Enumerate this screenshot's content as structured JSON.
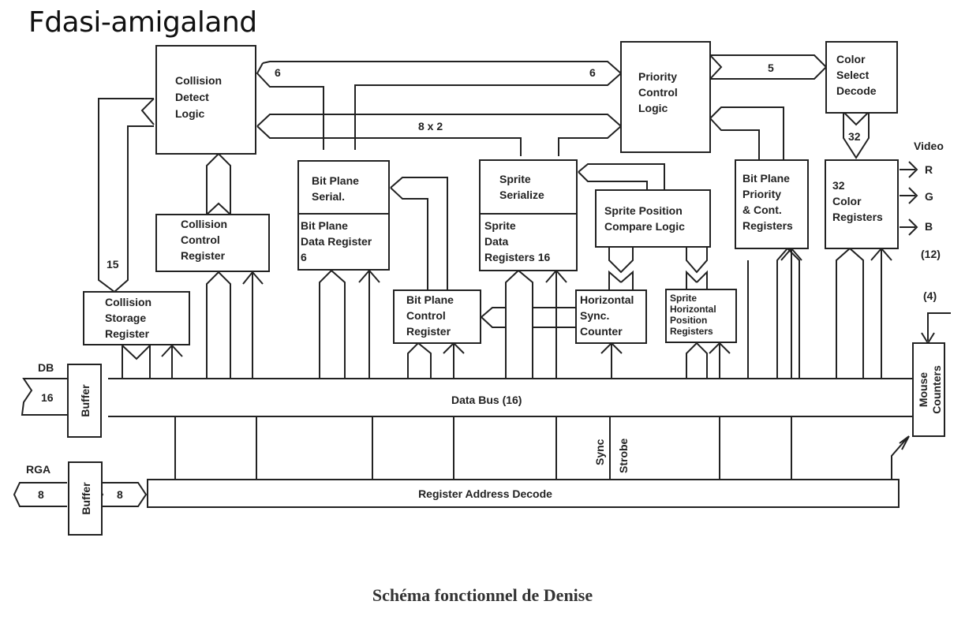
{
  "watermark": "Fdasi-amigaland",
  "caption": "Schéma fonctionnel de Denise",
  "blocks": {
    "collision_detect": [
      "Collision",
      "Detect",
      "Logic"
    ],
    "priority_control": [
      "Priority",
      "Control",
      "Logic"
    ],
    "color_select": [
      "Color",
      "Select",
      "Decode"
    ],
    "collision_control": [
      "Collision",
      "Control",
      "Register"
    ],
    "collision_storage": [
      "Collision",
      "Storage",
      "Register"
    ],
    "bp_serial": [
      "Bit Plane",
      "Serial."
    ],
    "bp_data": [
      "Bit Plane",
      "Data Register",
      "6"
    ],
    "bp_control": [
      "Bit Plane",
      "Control",
      "Register"
    ],
    "sprite_serialize": [
      "Sprite",
      "Serialize"
    ],
    "sprite_data": [
      "Sprite",
      "Data",
      "Registers  16"
    ],
    "sprite_compare": [
      "Sprite Position",
      "Compare Logic"
    ],
    "hsync": [
      "Horizontal",
      "Sync.",
      "Counter"
    ],
    "sprite_hpos": [
      "Sprite",
      "Horizontal",
      "Position",
      "Registers"
    ],
    "bp_priority": [
      "Bit Plane",
      "Priority",
      "& Cont.",
      "Registers"
    ],
    "color_regs": [
      "32",
      "Color",
      "Registers"
    ],
    "buffer_db": "Buffer",
    "buffer_rga": "Buffer",
    "mouse": [
      "Mouse",
      "Counters"
    ],
    "reg_addr_decode": "Register Address Decode"
  },
  "labels": {
    "bus_6a": "6",
    "bus_6b": "6",
    "bus_5": "5",
    "bus_8x2": "8 x 2",
    "bus_32": "32",
    "bus_15": "15",
    "video": "Video",
    "r": "R",
    "g": "G",
    "b": "B",
    "video_bits": "(12)",
    "mouse_bits": "(4)",
    "db": "DB",
    "db_bits": "16",
    "rga": "RGA",
    "rga_bits": "8",
    "rga_out_bits": "8",
    "data_bus": "Data Bus   (16)",
    "sync": "Sync",
    "strobe": "Strobe"
  }
}
